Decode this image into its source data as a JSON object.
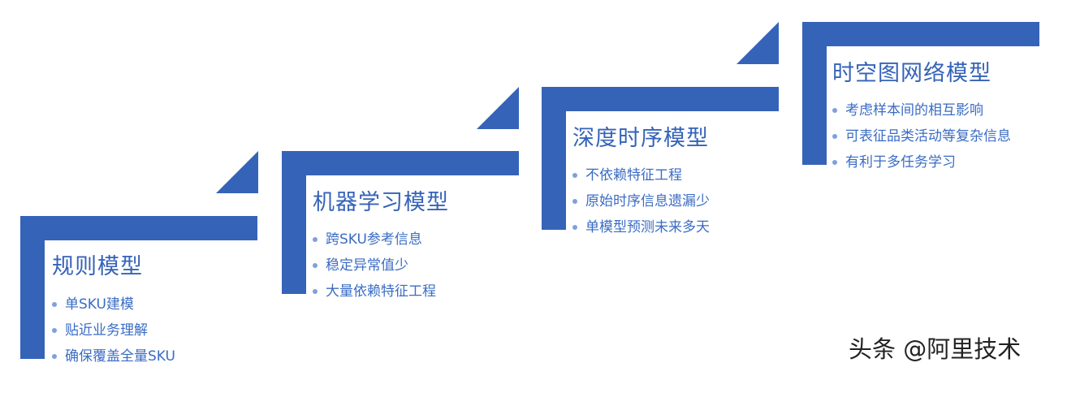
{
  "stages": [
    {
      "title": "规则模型",
      "bullets": [
        "单SKU建模",
        "贴近业务理解",
        "确保覆盖全量SKU"
      ]
    },
    {
      "title": "机器学习模型",
      "bullets": [
        "跨SKU参考信息",
        "稳定异常值少",
        "大量依赖特征工程"
      ]
    },
    {
      "title": "深度时序模型",
      "bullets": [
        "不依赖特征工程",
        "原始时序信息遗漏少",
        "单模型预测未来多天"
      ]
    },
    {
      "title": "时空图网络模型",
      "bullets": [
        "考虑样本间的相互影响",
        "可表征品类活动等复杂信息",
        "有利于多任务学习"
      ]
    }
  ],
  "watermark": "头条 @阿里技术",
  "colors": {
    "accent": "#3563b8",
    "bullet_text": "#3a6cc4",
    "bullet_dot": "#7da0e0"
  }
}
